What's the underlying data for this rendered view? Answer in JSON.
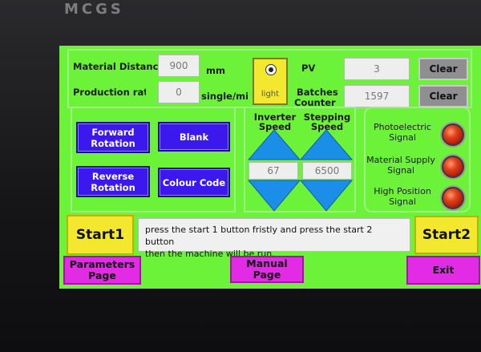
{
  "device": {
    "brand": "MCGS"
  },
  "top": {
    "material_distance_label": "Material Distance",
    "material_distance_value": "900",
    "material_distance_unit": "mm",
    "production_rate_label": "Production rate",
    "production_rate_value": "0",
    "production_rate_unit": "single/min",
    "light_label": "light",
    "pv_label": "PV",
    "pv_value": "3",
    "batches_counter_label_1": "Batches",
    "batches_counter_label_2": "Counter",
    "batches_counter_value": "1597",
    "clear_label": "Clear"
  },
  "controls": {
    "forward_rotation": "Forward Rotation",
    "blank": "Blank",
    "reverse_rotation": "Reverse Rotation",
    "colour_code": "Colour Code"
  },
  "speeds": {
    "inverter_label": "Inverter Speed",
    "inverter_value": "67",
    "stepping_label": "Stepping Speed",
    "stepping_value": "6500"
  },
  "signals": {
    "photoelectric": "Photoelectric Signal",
    "material_supply": "Material Supply Signal",
    "high_position": "High Position Signal"
  },
  "start": {
    "start1": "Start1",
    "start2": "Start2",
    "message_line1": "press the start 1 button fristly and  press the start 2 button",
    "message_line2": "then the machine will be run."
  },
  "nav": {
    "parameters_page": "Parameters Page",
    "manual_page": "Manual Page",
    "exit": "Exit"
  },
  "colors": {
    "screen_bg": "#6df23a",
    "blue_button": "#3b18ee",
    "yellow_button": "#f4e72f",
    "magenta_button": "#e22be4",
    "diamond": "#1b8fe8",
    "lamp": "#d0381a"
  }
}
